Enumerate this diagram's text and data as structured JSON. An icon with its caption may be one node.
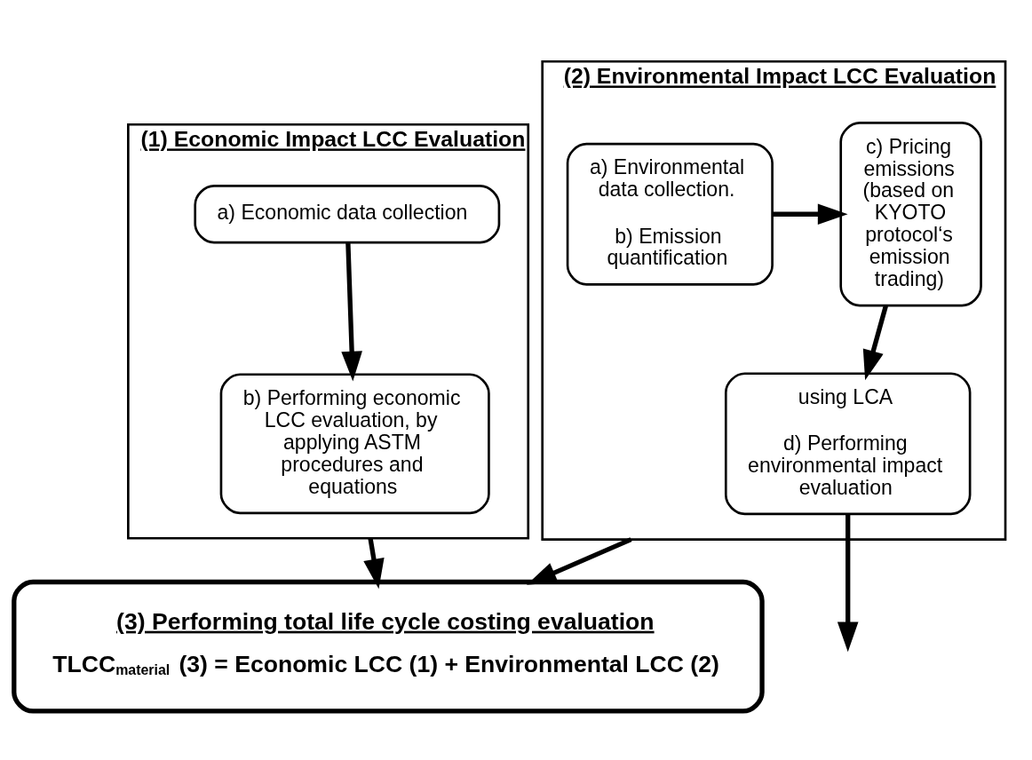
{
  "diagram": {
    "nodes": [
      {
        "text": [
          "(1) Economic Impact LCC Evaluation"
        ]
      },
      {
        "text": [
          "a) Economic data collection"
        ],
        "in": 0
      },
      {
        "text": [
          "b) Performing economic LCC evaluation, by applying ASTM procedures and equations"
        ],
        "in": 0
      },
      {
        "text": [
          "(2) Environmental Impact LCC Evaluation"
        ]
      },
      {
        "text": [
          "a) Environmental data collection.",
          "b) Emission quantification"
        ],
        "in": 3
      },
      {
        "text": [
          "c) Pricing emissions (based on KYOTO protocol‘s emission trading)"
        ],
        "in": 3
      },
      {
        "text": [
          "using LCA",
          "d) Performing environmental impact evaluation"
        ],
        "in": 3
      },
      {
        "text": [
          "(3) Performing total life cycle costing evaluation",
          "TLCC$_{material}$ (3) = Economic LCC (1) + Environmental LCC (2)"
        ]
      }
    ],
    "edges": [
      {
        "from": 1,
        "to": 2,
        "arrow": "to"
      },
      {
        "from": 4,
        "to": 5,
        "arrow": "to"
      },
      {
        "from": 5,
        "to": 6,
        "arrow": "to"
      },
      {
        "from": 6,
        "to": null,
        "arrow": "to"
      },
      {
        "from": 0,
        "to": 7,
        "arrow": "to"
      },
      {
        "from": 3,
        "to": 7,
        "arrow": "to"
      }
    ]
  }
}
